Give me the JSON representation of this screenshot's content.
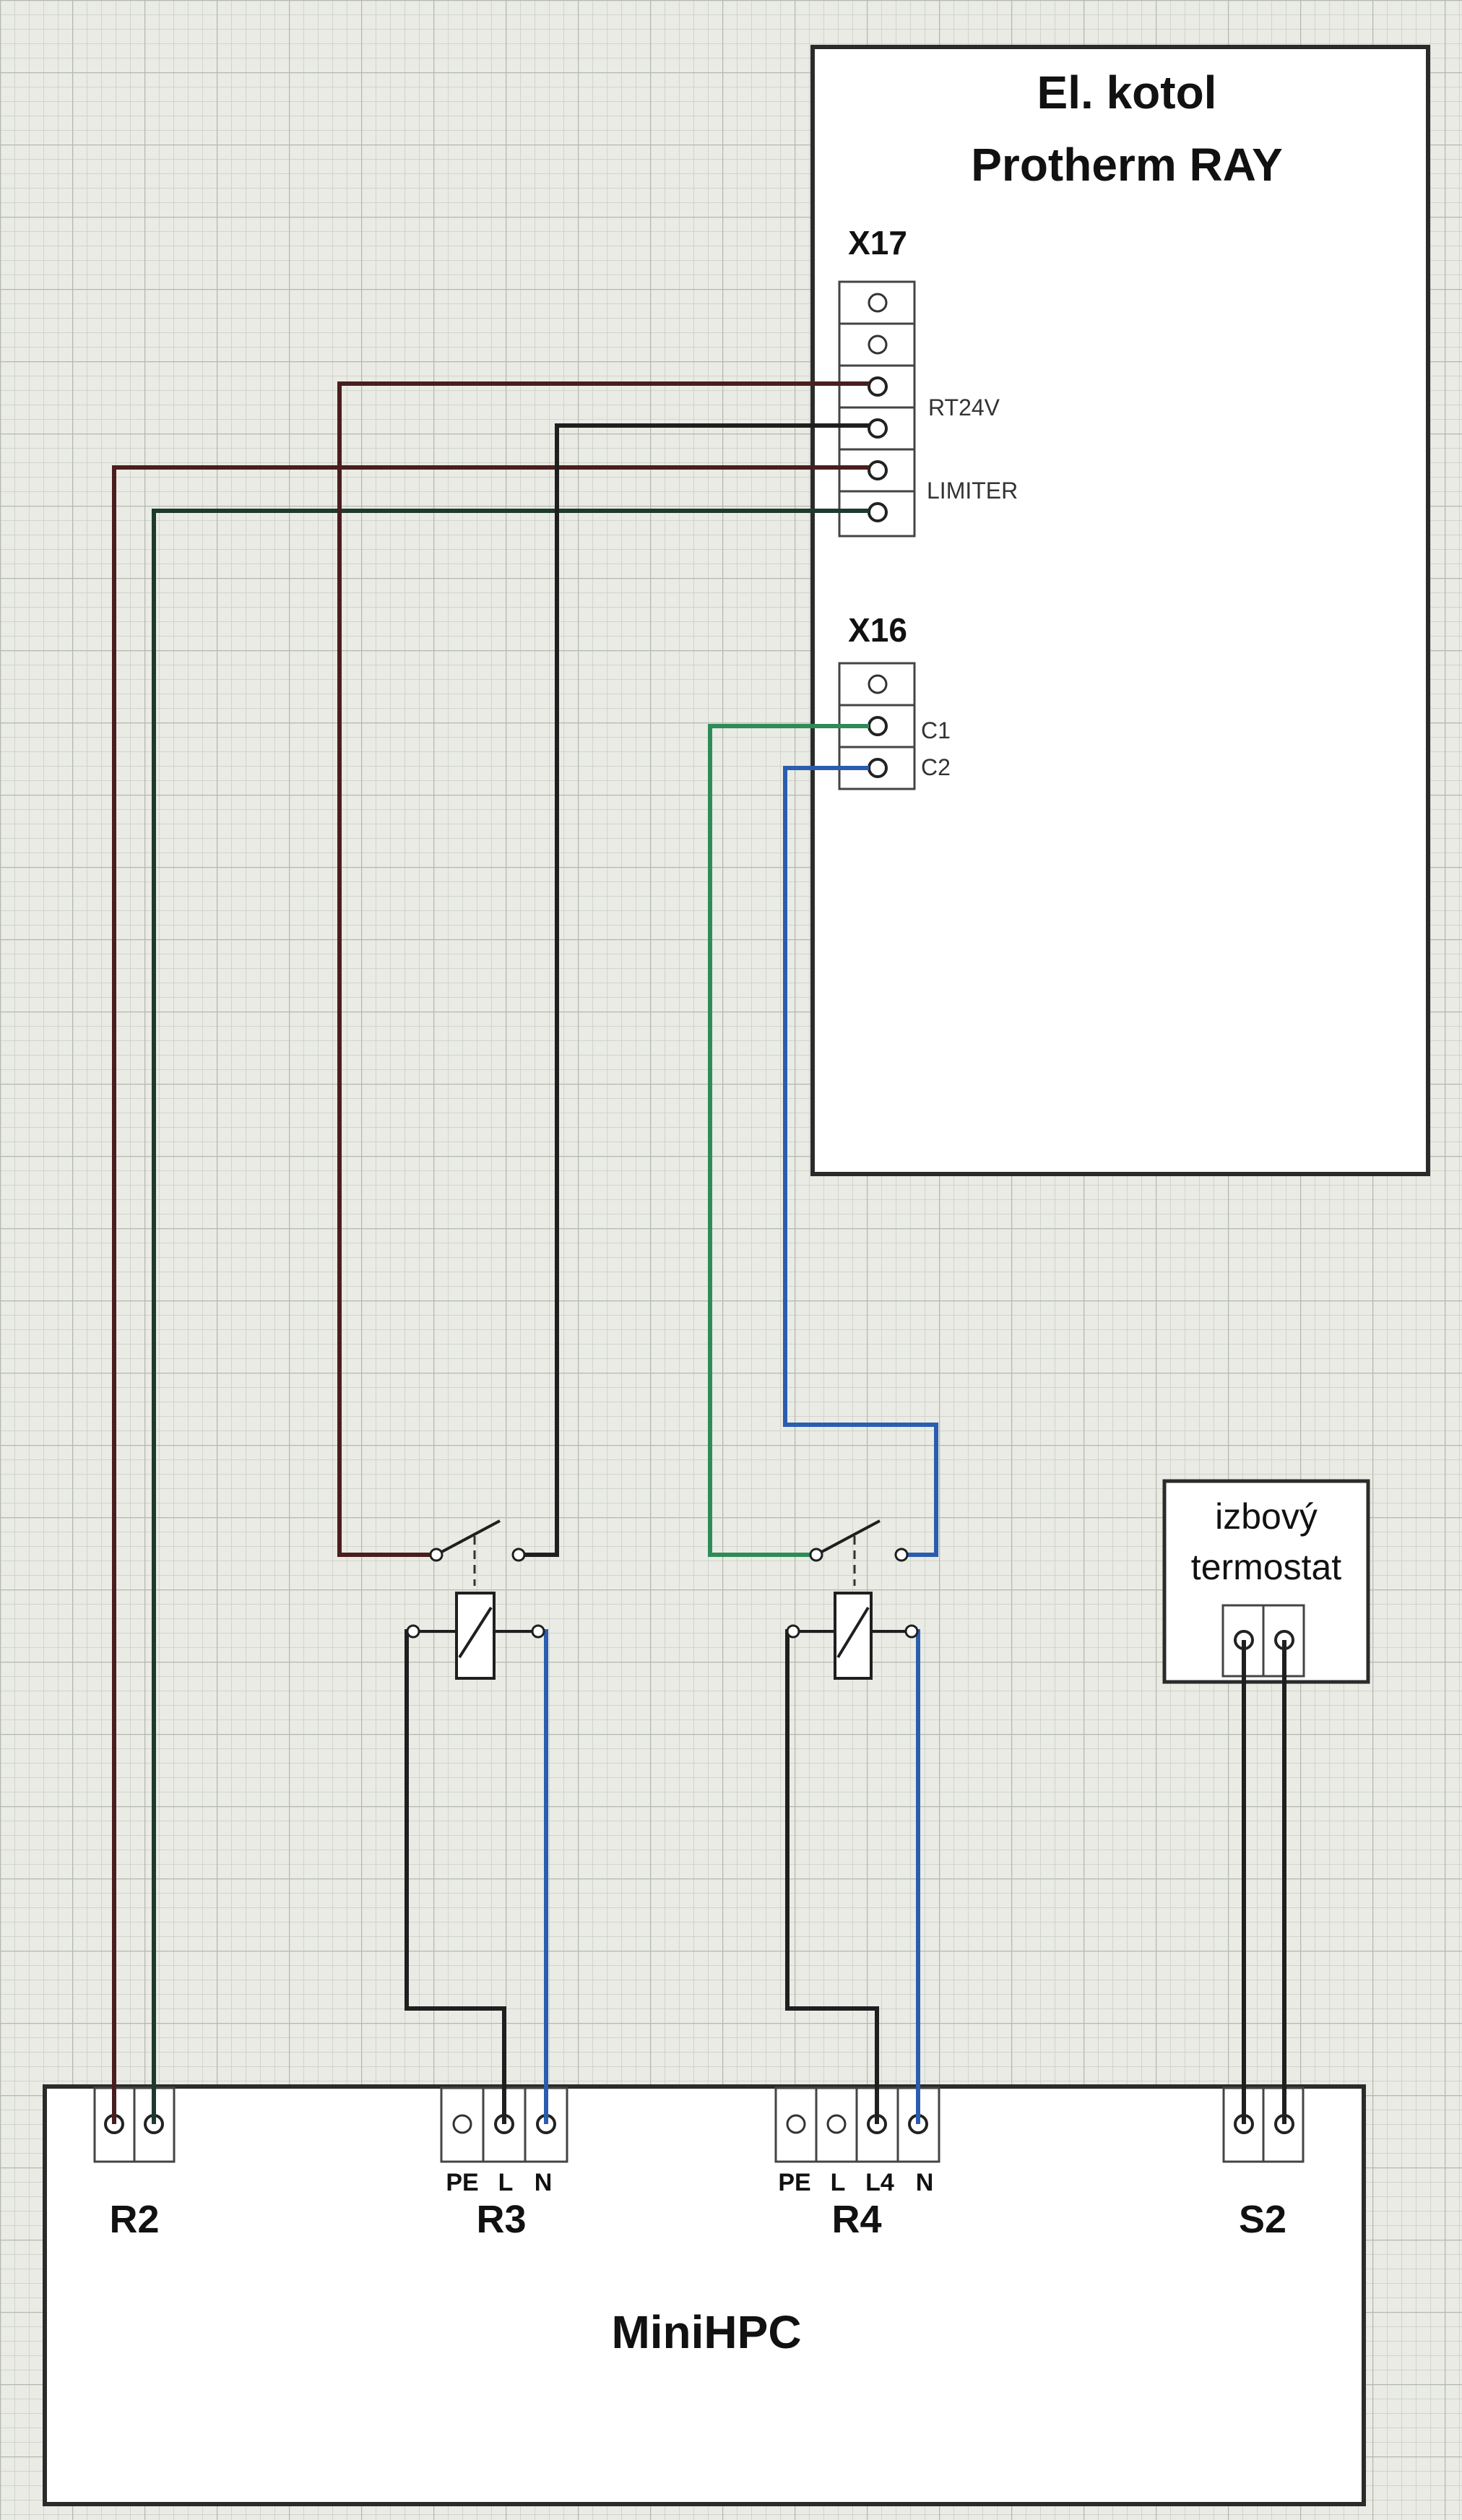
{
  "boiler": {
    "title_line1": "El. kotol",
    "title_line2": "Protherm RAY",
    "x17": {
      "label": "X17",
      "rt24v": "RT24V",
      "limiter": "LIMITER"
    },
    "x16": {
      "label": "X16",
      "c1": "C1",
      "c2": "C2"
    }
  },
  "thermostat": {
    "line1": "izbový",
    "line2": "termostat"
  },
  "controller": {
    "title": "MiniHPC",
    "r2": {
      "label": "R2"
    },
    "r3": {
      "label": "R3",
      "pins": [
        "PE",
        "L",
        "N"
      ]
    },
    "r4": {
      "label": "R4",
      "pins": [
        "PE",
        "L",
        "L4",
        "N"
      ]
    },
    "s2": {
      "label": "S2"
    }
  },
  "colors": {
    "background": "#e9ebe4",
    "grid_minor": "#c9cec4",
    "grid_major": "#b3b9ae",
    "box": "#2b2b2b",
    "wire_black": "#1f1f1f",
    "wire_brown": "#4a1e1e",
    "wire_darkgreen": "#1d3a2e",
    "wire_green": "#2e8b57",
    "wire_blue": "#2a5db0"
  }
}
